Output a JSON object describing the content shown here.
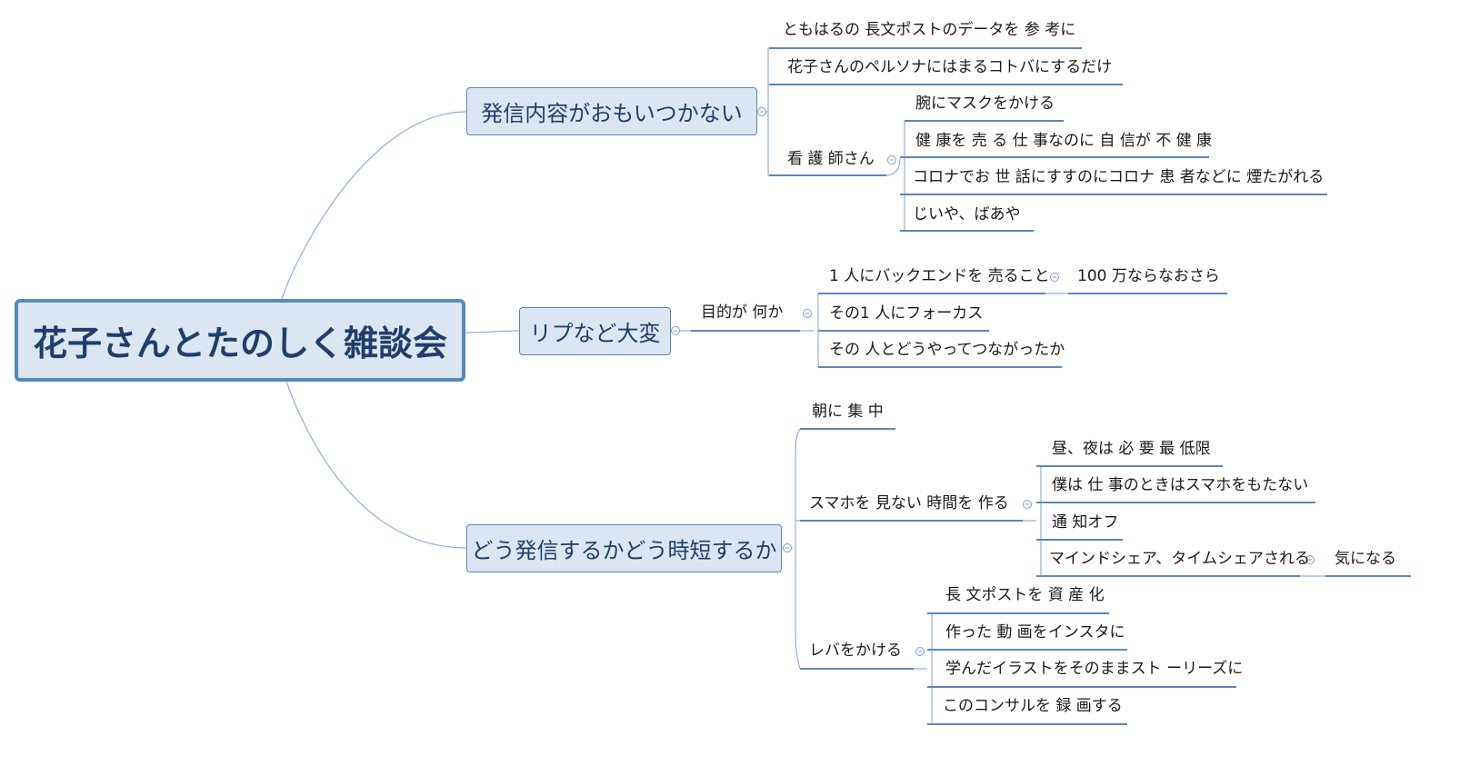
{
  "colors": {
    "connector": "#8fb0d8",
    "underline": "#5b87bd",
    "box_fill": "#dce6f2",
    "box_border": "#5b87bd",
    "box_text": "#1f3f6b",
    "collapse_marker": "#7f9fc8"
  },
  "root": {
    "label": "花子さんとたのしく雑談会"
  },
  "branches": {
    "b1": {
      "label": "発信内容がおもいつかない",
      "items": {
        "i1": "ともはるの 長文ポストのデータを 参 考に",
        "i2": "花子さんのペルソナにはまるコトバにするだけ",
        "i3": {
          "label": "看 護 師さん",
          "items": {
            "c1": "腕にマスクをかける",
            "c2": "健 康を 売 る 仕 事なのに 自 信が 不 健 康",
            "c3": "コロナでお 世 話にすすのにコロナ 患 者などに 煙たがれる",
            "c4": "じいや、ばあや"
          }
        }
      }
    },
    "b2": {
      "label": "リプなど大変",
      "sub": {
        "label": "目的が 何か",
        "items": {
          "i1": {
            "label": "1 人にバックエンドを 売ること",
            "child": "100 万ならなおさら"
          },
          "i2": "その1 人にフォーカス",
          "i3": "その 人とどうやってつながったか"
        }
      }
    },
    "b3": {
      "label": "どう発信するかどう時短するか",
      "items": {
        "i1": "朝に 集 中",
        "i2": {
          "label": "スマホを 見ない 時間を 作る",
          "items": {
            "c1": "昼、夜は 必 要 最 低限",
            "c2": "僕は 仕 事のときはスマホをもたない",
            "c3": "通 知オフ",
            "c4": {
              "label": "マインドシェア、タイムシェアされる",
              "child": "気になる"
            }
          }
        },
        "i3": {
          "label": "レバをかける",
          "items": {
            "c1": "長 文ポストを 資 産 化",
            "c2": "作った 動 画をインスタに",
            "c3": "学んだイラストをそのままスト ーリーズに",
            "c4": "このコンサルを 録 画する"
          }
        }
      }
    }
  }
}
